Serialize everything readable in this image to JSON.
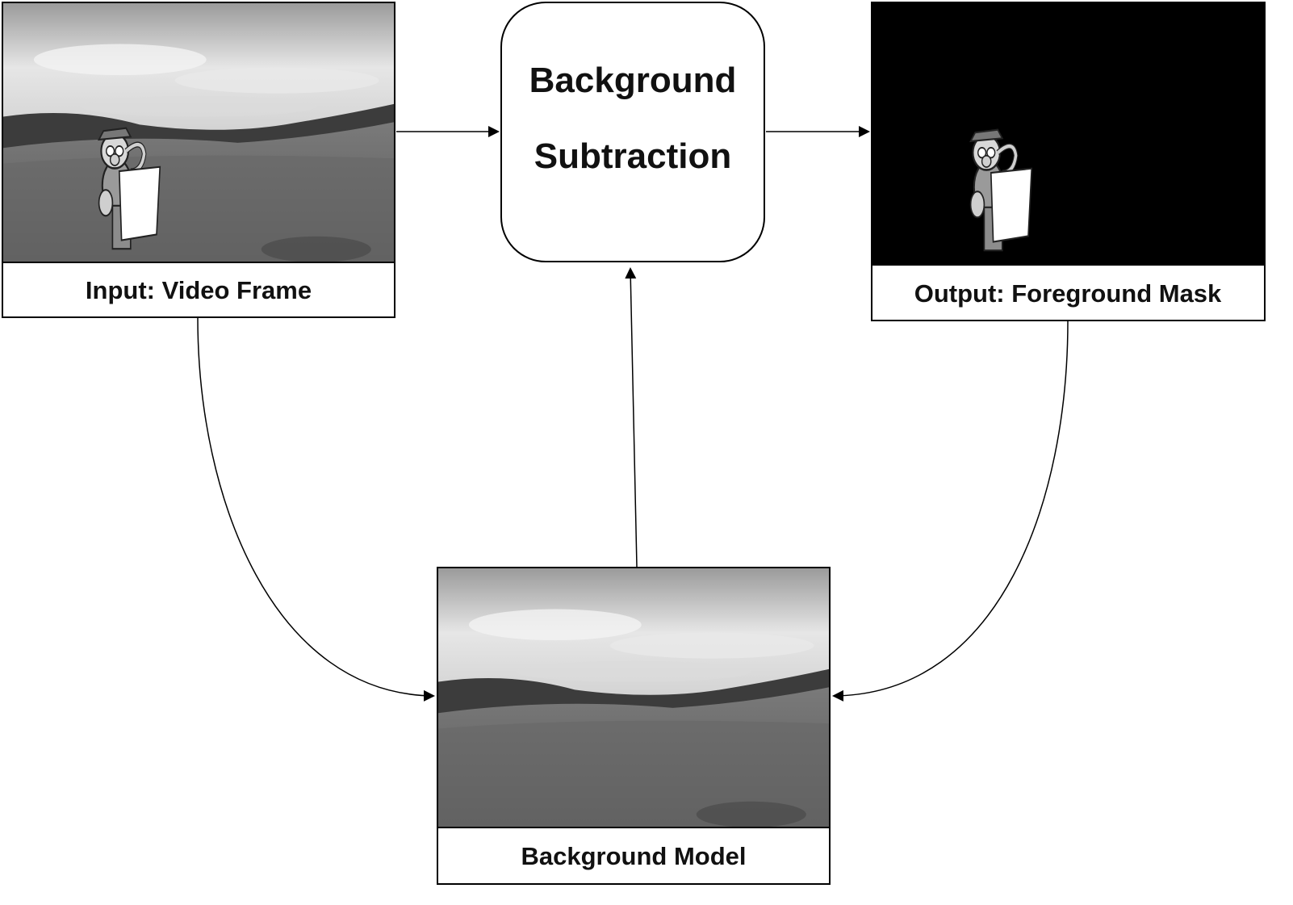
{
  "nodes": {
    "input": {
      "label": "Input: Video Frame"
    },
    "process": {
      "line1": "Background",
      "line2": "Subtraction"
    },
    "output": {
      "label": "Output: Foreground Mask"
    },
    "model": {
      "label": "Background Model"
    }
  },
  "images": {
    "input_frame": "grayscale landscape photo with cartoon hiker holding a map",
    "foreground_mask": "black mask with cartoon hiker foreground",
    "background_model": "grayscale landscape photo without foreground"
  },
  "colors": {
    "stroke": "#000000",
    "mask_bg": "#000000"
  }
}
